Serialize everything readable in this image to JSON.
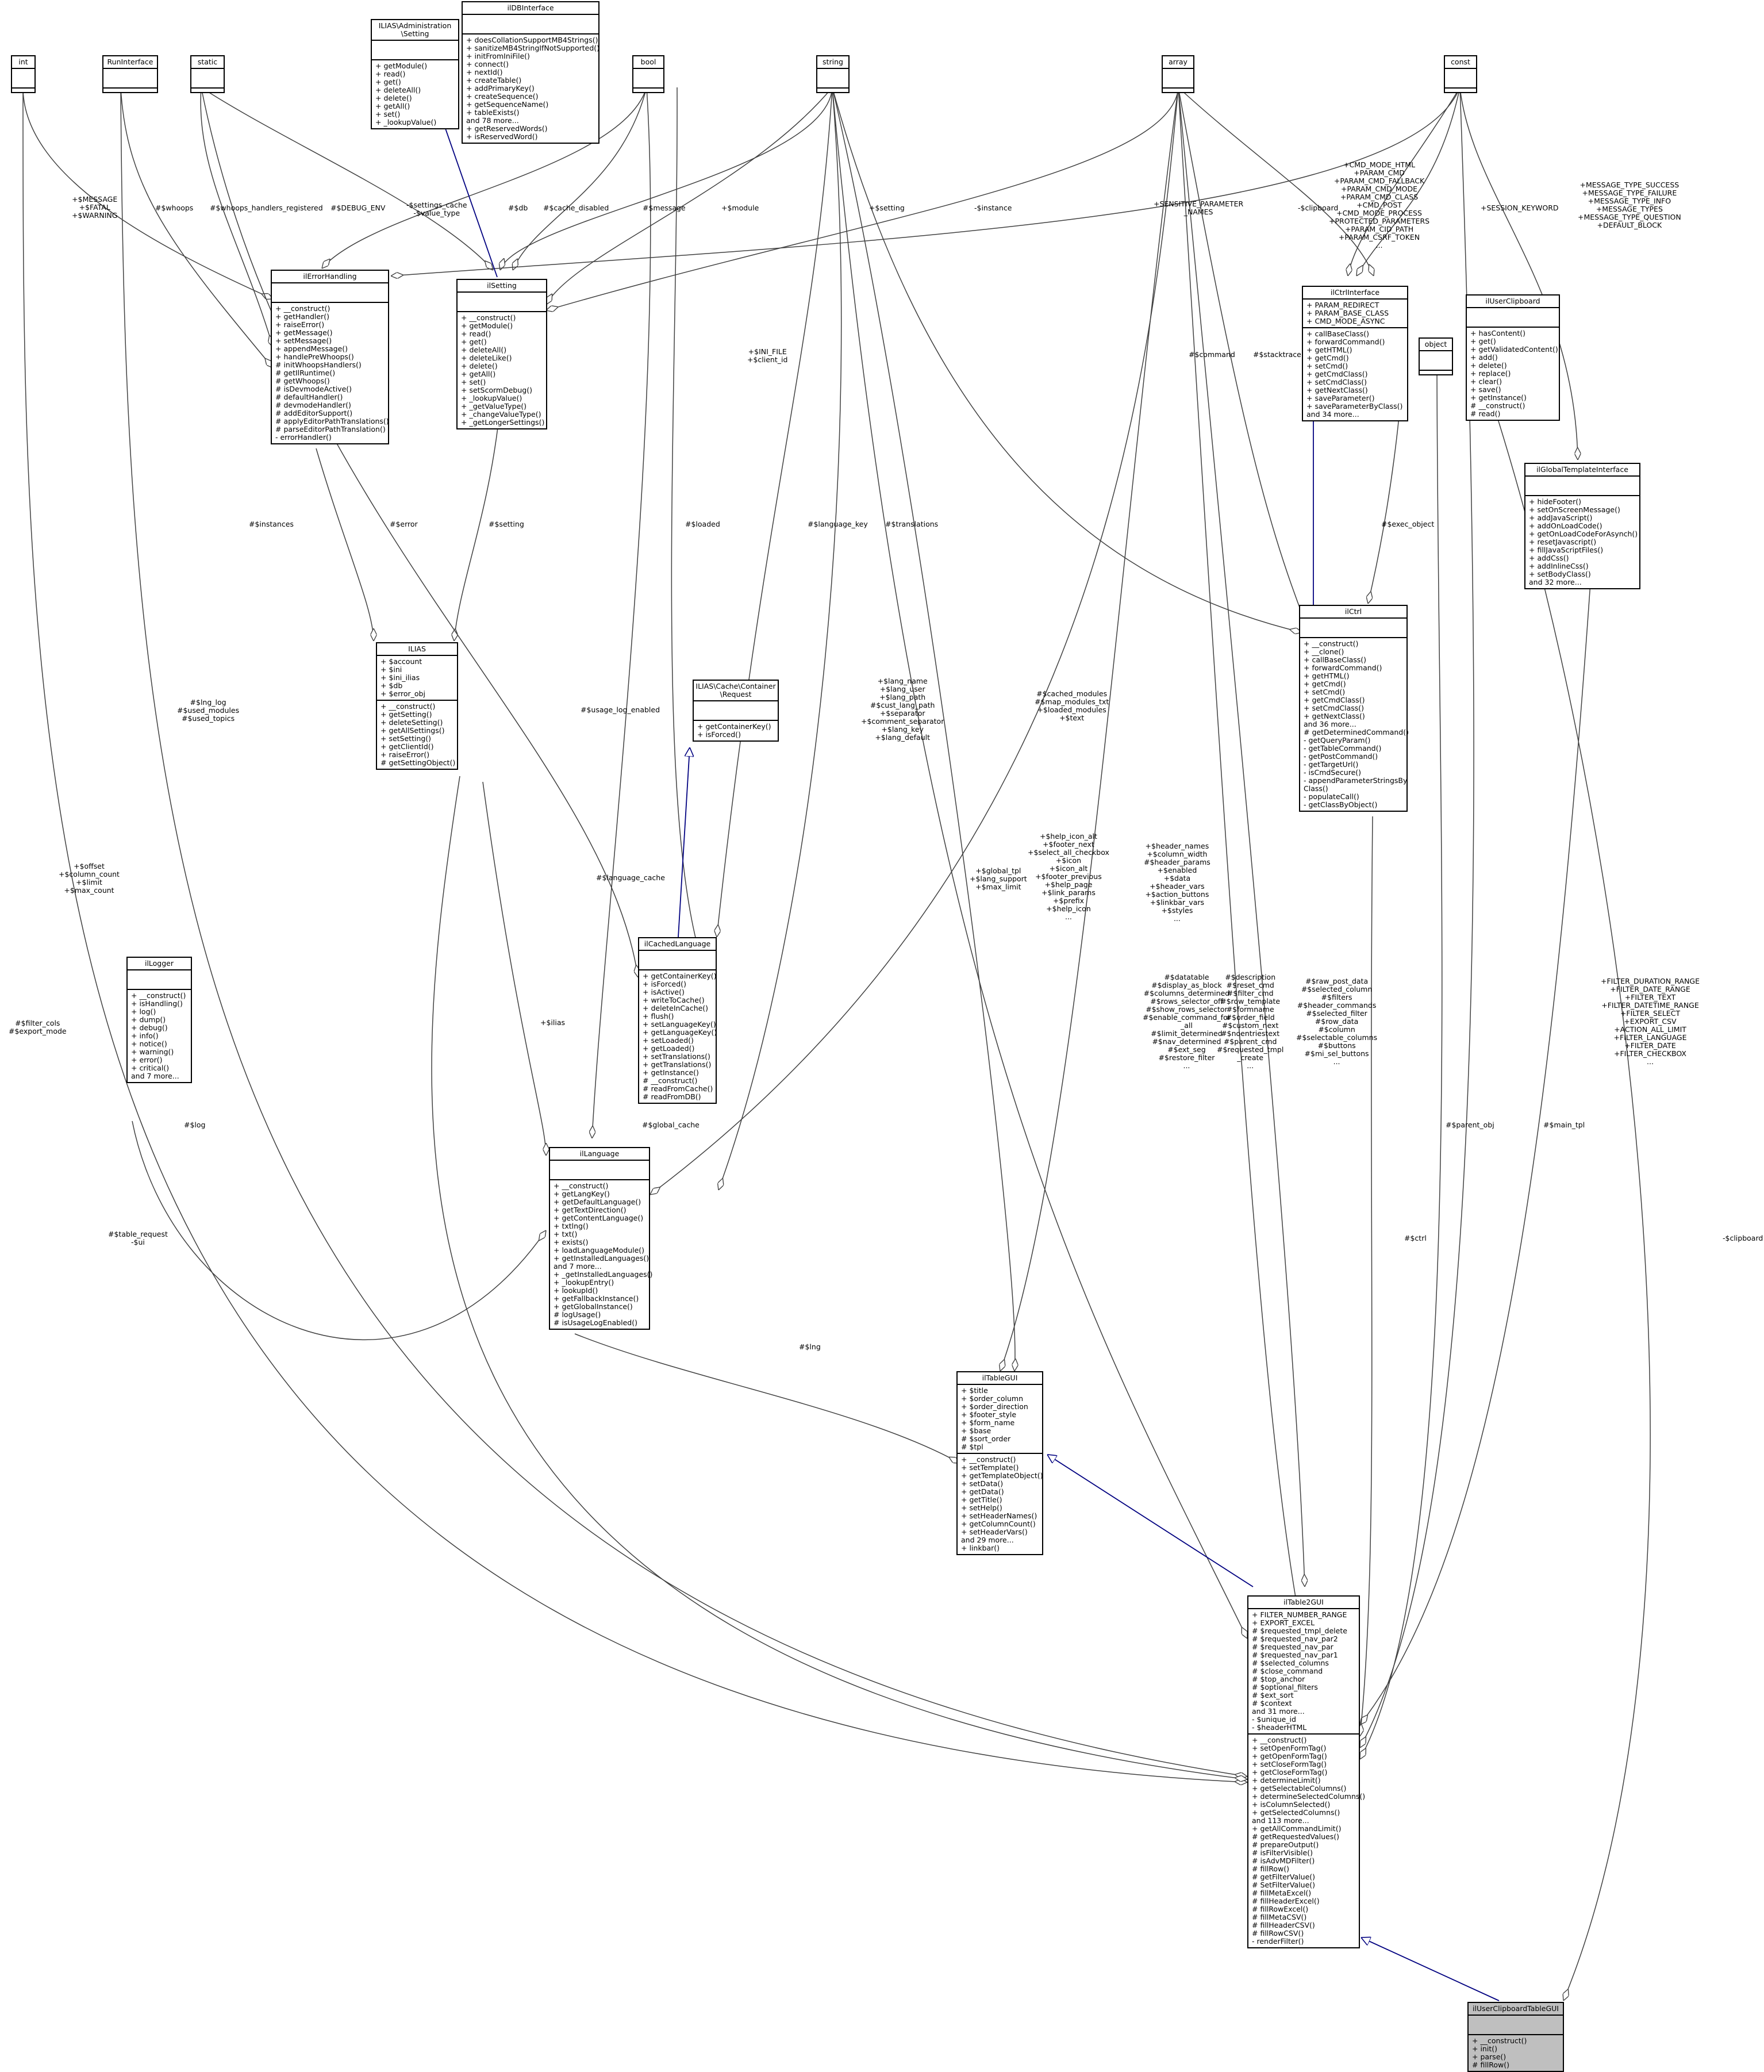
{
  "classes": {
    "int": {
      "title": "int",
      "attrs": [],
      "methods": []
    },
    "RunInterface": {
      "title": "RunInterface",
      "attrs": [],
      "methods": []
    },
    "static": {
      "title": "static",
      "attrs": [],
      "methods": []
    },
    "ilias_admin_setting": {
      "title": "ILIAS\\Administration\n\\Setting",
      "attrs": [],
      "methods": [
        "+ getModule()",
        "+ read()",
        "+ get()",
        "+ deleteAll()",
        "+ delete()",
        "+ getAll()",
        "+ set()",
        "+ _lookupValue()"
      ]
    },
    "ilDBInterface": {
      "title": "ilDBInterface",
      "attrs": [],
      "methods": [
        "+ doesCollationSupportMB4Strings()",
        "+ sanitizeMB4StringIfNotSupported()",
        "+ initFromIniFile()",
        "+ connect()",
        "+ nextId()",
        "+ createTable()",
        "+ addPrimaryKey()",
        "+ createSequence()",
        "+ getSequenceName()",
        "+ tableExists()",
        "and 78 more...",
        "+ getReservedWords()",
        "+ isReservedWord()"
      ]
    },
    "bool": {
      "title": "bool",
      "attrs": [],
      "methods": []
    },
    "string": {
      "title": "string",
      "attrs": [],
      "methods": []
    },
    "array": {
      "title": "array",
      "attrs": [],
      "methods": []
    },
    "const": {
      "title": "const",
      "attrs": [],
      "methods": []
    },
    "ilErrorHandling": {
      "title": "ilErrorHandling",
      "attrs": [],
      "methods": [
        "+ __construct()",
        "+ getHandler()",
        "+ raiseError()",
        "+ getMessage()",
        "+ setMessage()",
        "+ appendMessage()",
        "+ handlePreWhoops()",
        "# initWhoopsHandlers()",
        "# getIlRuntime()",
        "# getWhoops()",
        "# isDevmodeActive()",
        "# defaultHandler()",
        "# devmodeHandler()",
        "# addEditorSupport()",
        "# applyEditorPathTranslations()",
        "# parseEditorPathTranslation()",
        "- errorHandler()"
      ]
    },
    "ilSetting": {
      "title": "ilSetting",
      "attrs": [],
      "methods": [
        "+ __construct()",
        "+ getModule()",
        "+ read()",
        "+ get()",
        "+ deleteAll()",
        "+ deleteLike()",
        "+ delete()",
        "+ getAll()",
        "+ set()",
        "+ setScormDebug()",
        "+ _lookupValue()",
        "+ _getValueType()",
        "+ _changeValueType()",
        "+ _getLongerSettings()"
      ]
    },
    "ilCtrlInterface": {
      "title": "ilCtrlInterface",
      "attrs": [
        "+ PARAM_REDIRECT",
        "+ PARAM_BASE_CLASS",
        "+ CMD_MODE_ASYNC"
      ],
      "methods": [
        "+ callBaseClass()",
        "+ forwardCommand()",
        "+ getHTML()",
        "+ getCmd()",
        "+ setCmd()",
        "+ getCmdClass()",
        "+ setCmdClass()",
        "+ getNextClass()",
        "+ saveParameter()",
        "+ saveParameterByClass()",
        "and 34 more..."
      ]
    },
    "object": {
      "title": "object",
      "attrs": [],
      "methods": []
    },
    "ilUserClipboard": {
      "title": "ilUserClipboard",
      "attrs": [],
      "methods": [
        "+ hasContent()",
        "+ get()",
        "+ getValidatedContent()",
        "+ add()",
        "+ delete()",
        "+ replace()",
        "+ clear()",
        "+ save()",
        "+ getInstance()",
        "# __construct()",
        "# read()"
      ]
    },
    "ilGlobalTemplateInterface": {
      "title": "ilGlobalTemplateInterface",
      "attrs": [],
      "methods": [
        "+ hideFooter()",
        "+ setOnScreenMessage()",
        "+ addJavaScript()",
        "+ addOnLoadCode()",
        "+ getOnLoadCodeForAsynch()",
        "+ resetJavascript()",
        "+ fillJavaScriptFiles()",
        "+ addCss()",
        "+ addInlineCss()",
        "+ setBodyClass()",
        "and 32 more..."
      ]
    },
    "ILIAS": {
      "title": "ILIAS",
      "attrs": [
        "+ $account",
        "+ $ini",
        "+ $ini_ilias",
        "+ $db",
        "+ $error_obj"
      ],
      "methods": [
        "+ __construct()",
        "+ getSetting()",
        "+ deleteSetting()",
        "+ getAllSettings()",
        "+ setSetting()",
        "+ getClientId()",
        "+ raiseError()",
        "# getSettingObject()"
      ]
    },
    "cacheRequest": {
      "title": "ILIAS\\Cache\\Container\n\\Request",
      "attrs": [],
      "methods": [
        "+ getContainerKey()",
        "+ isForced()"
      ]
    },
    "ilCtrl": {
      "title": "ilCtrl",
      "attrs": [],
      "methods": [
        "+ __construct()",
        "+ __clone()",
        "+ callBaseClass()",
        "+ forwardCommand()",
        "+ getHTML()",
        "+ getCmd()",
        "+ setCmd()",
        "+ getCmdClass()",
        "+ setCmdClass()",
        "+ getNextClass()",
        "and 36 more...",
        "# getDeterminedCommand()",
        "- getQueryParam()",
        "- getTableCommand()",
        "- getPostCommand()",
        "- getTargetUrl()",
        "- isCmdSecure()",
        "- appendParameterStringsBy",
        "Class()",
        "- populateCall()",
        "- getClassByObject()"
      ]
    },
    "ilCachedLanguage": {
      "title": "ilCachedLanguage",
      "attrs": [],
      "methods": [
        "+ getContainerKey()",
        "+ isForced()",
        "+ isActive()",
        "+ writeToCache()",
        "+ deleteInCache()",
        "+ flush()",
        "+ setLanguageKey()",
        "+ getLanguageKey()",
        "+ setLoaded()",
        "+ getLoaded()",
        "+ setTranslations()",
        "+ getTranslations()",
        "+ getInstance()",
        "# __construct()",
        "# readFromCache()",
        "# readFromDB()"
      ]
    },
    "ilLogger": {
      "title": "ilLogger",
      "attrs": [],
      "methods": [
        "+ __construct()",
        "+ isHandling()",
        "+ log()",
        "+ dump()",
        "+ debug()",
        "+ info()",
        "+ notice()",
        "+ warning()",
        "+ error()",
        "+ critical()",
        "and 7 more..."
      ]
    },
    "ilLanguage": {
      "title": "ilLanguage",
      "attrs": [],
      "methods": [
        "+ __construct()",
        "+ getLangKey()",
        "+ getDefaultLanguage()",
        "+ getTextDirection()",
        "+ getContentLanguage()",
        "+ txtlng()",
        "+ txt()",
        "+ exists()",
        "+ loadLanguageModule()",
        "+ getInstalledLanguages()",
        "and 7 more...",
        "+ _getInstalledLanguages()",
        "+ _lookupEntry()",
        "+ lookupId()",
        "+ getFallbackInstance()",
        "+ getGlobalInstance()",
        "# logUsage()",
        "# isUsageLogEnabled()"
      ]
    },
    "ilTableGUI": {
      "title": "ilTableGUI",
      "attrs": [
        "+ $title",
        "+ $order_column",
        "+ $order_direction",
        "+ $footer_style",
        "+ $form_name",
        "+ $base",
        "# $sort_order",
        "# $tpl"
      ],
      "methods": [
        "+ __construct()",
        "+ setTemplate()",
        "+ getTemplateObject()",
        "+ setData()",
        "+ getData()",
        "+ getTitle()",
        "+ setHelp()",
        "+ setHeaderNames()",
        "+ getColumnCount()",
        "+ setHeaderVars()",
        "and 29 more...",
        "+ linkbar()"
      ]
    },
    "ilTable2GUI": {
      "title": "ilTable2GUI",
      "attrs": [
        "+ FILTER_NUMBER_RANGE",
        "+ EXPORT_EXCEL",
        "# $requested_tmpl_delete",
        "# $requested_nav_par2",
        "# $requested_nav_par",
        "# $requested_nav_par1",
        "# $selected_columns",
        "# $close_command",
        "# $top_anchor",
        "# $optional_filters",
        "# $ext_sort",
        "# $context",
        "and 31 more...",
        "- $unique_id",
        "- $headerHTML"
      ],
      "methods": [
        "+ __construct()",
        "+ setOpenFormTag()",
        "+ getOpenFormTag()",
        "+ setCloseFormTag()",
        "+ getCloseFormTag()",
        "+ determineLimit()",
        "+ getSelectableColumns()",
        "+ determineSelectedColumns()",
        "+ isColumnSelected()",
        "+ getSelectedColumns()",
        "and 113 more...",
        "+ getAllCommandLimit()",
        "# getRequestedValues()",
        "# prepareOutput()",
        "# isFilterVisible()",
        "# isAdvMDFilter()",
        "# fillRow()",
        "# getFilterValue()",
        "# SetFilterValue()",
        "# fillMetaExcel()",
        "# fillHeaderExcel()",
        "# fillRowExcel()",
        "# fillMetaCSV()",
        "# fillHeaderCSV()",
        "# fillRowCSV()",
        "- renderFilter()"
      ]
    },
    "ilUserClipboardTableGUI": {
      "title": "ilUserClipboardTableGUI",
      "attrs": [],
      "methods": [
        "+ __construct()",
        "+ init()",
        "+ parse()",
        "# fillRow()"
      ]
    }
  },
  "labels": [
    {
      "id": "l1",
      "text": "+$MESSAGE\n+$FATAL\n+$WARNING"
    },
    {
      "id": "l2",
      "text": "#$whoops"
    },
    {
      "id": "l3",
      "text": "#$whoops_handlers_registered"
    },
    {
      "id": "l4",
      "text": "#$DEBUG_ENV"
    },
    {
      "id": "l5",
      "text": "-$settings_cache\n-$value_type"
    },
    {
      "id": "l6",
      "text": "#$db"
    },
    {
      "id": "l7",
      "text": "#$cache_disabled"
    },
    {
      "id": "l8",
      "text": "#$message"
    },
    {
      "id": "l9",
      "text": "+$module"
    },
    {
      "id": "l10",
      "text": "+$setting"
    },
    {
      "id": "l11",
      "text": "-$instance"
    },
    {
      "id": "l12",
      "text": "+SENSITIVE_PARAMETER\n_NAMES"
    },
    {
      "id": "l13",
      "text": "-$clipboard"
    },
    {
      "id": "l14",
      "text": "+CMD_MODE_HTML\n+PARAM_CMD\n+PARAM_CMD_FALLBACK\n+PARAM_CMD_MODE\n+PARAM_CMD_CLASS\n+CMD_POST\n+CMD_MODE_PROCESS\n+PROTECTED_PARAMETERS\n+PARAM_CID_PATH\n+PARAM_CSRF_TOKEN\n..."
    },
    {
      "id": "l15",
      "text": "+SESSION_KEYWORD"
    },
    {
      "id": "l16",
      "text": "+MESSAGE_TYPE_SUCCESS\n+MESSAGE_TYPE_FAILURE\n+MESSAGE_TYPE_INFO\n+MESSAGE_TYPES\n+MESSAGE_TYPE_QUESTION\n+DEFAULT_BLOCK"
    },
    {
      "id": "l17",
      "text": "#$command"
    },
    {
      "id": "l18",
      "text": "#$stacktrace"
    },
    {
      "id": "l19",
      "text": "+$INI_FILE\n+$client_id"
    },
    {
      "id": "l20",
      "text": "#$exec_object"
    },
    {
      "id": "l21",
      "text": "#$instances"
    },
    {
      "id": "l22",
      "text": "#$error"
    },
    {
      "id": "l23",
      "text": "#$setting"
    },
    {
      "id": "l24",
      "text": "#$loaded"
    },
    {
      "id": "l25",
      "text": "#$language_key"
    },
    {
      "id": "l26",
      "text": "#$translations"
    },
    {
      "id": "l27",
      "text": "+$lang_name\n+$lang_user\n+$lang_path\n#$cust_lang_path\n+$separator\n+$comment_separator\n+$lang_key\n+$lang_default"
    },
    {
      "id": "l28",
      "text": "#$cached_modules\n#$map_modules_txt\n+$loaded_modules\n+$text"
    },
    {
      "id": "l29",
      "text": "#$lng_log\n#$used_modules\n#$used_topics"
    },
    {
      "id": "l30",
      "text": "#$usage_log_enabled"
    },
    {
      "id": "l31",
      "text": "#$language_cache"
    },
    {
      "id": "l32",
      "text": "+$offset\n+$column_count\n+$limit\n+$max_count"
    },
    {
      "id": "l33",
      "text": "+$help_icon_alt\n+$footer_next\n+$select_all_checkbox\n+$icon\n+$icon_alt\n+$footer_previous\n+$help_page\n+$link_params\n+$prefix\n+$help_icon\n..."
    },
    {
      "id": "l34",
      "text": "+$header_names\n+$column_width\n#$header_params\n+$enabled\n+$data\n+$header_vars\n+$action_buttons\n+$linkbar_vars\n+$styles\n..."
    },
    {
      "id": "l35",
      "text": "+$global_tpl\n+$lang_support\n+$max_limit"
    },
    {
      "id": "l36",
      "text": "#$datatable\n#$display_as_block\n#$columns_determined\n#$rows_selector_off\n#$show_rows_selector\n#$enable_command_for\n_all\n#$limit_determined\n#$nav_determined\n#$ext_seg\n#$restore_filter\n..."
    },
    {
      "id": "l37",
      "text": "#$description\n#$reset_cmd\n#$filter_cmd\n#$row_template\n#$formname\n#$order_field\n#$custom_next\n#$noentriestext\n#$parent_cmd\n#$requested_tmpl\n_create\n..."
    },
    {
      "id": "l38",
      "text": "#$raw_post_data\n#$selected_column\n#$filters\n#$header_commands\n#$selected_filter\n#$row_data\n#$column\n#$selectable_columns\n#$buttons\n#$mi_sel_buttons\n..."
    },
    {
      "id": "l39",
      "text": "+FILTER_DURATION_RANGE\n+FILTER_DATE_RANGE\n+FILTER_TEXT\n+FILTER_DATETIME_RANGE\n+FILTER_SELECT\n+EXPORT_CSV\n+ACTION_ALL_LIMIT\n+FILTER_LANGUAGE\n+FILTER_DATE\n+FILTER_CHECKBOX\n..."
    },
    {
      "id": "l40",
      "text": "#$filter_cols\n#$export_mode"
    },
    {
      "id": "l41",
      "text": "+$ilias"
    },
    {
      "id": "l42",
      "text": "#$log"
    },
    {
      "id": "l43",
      "text": "#$global_cache"
    },
    {
      "id": "l44",
      "text": "#$table_request\n-$ui"
    },
    {
      "id": "l45",
      "text": "#$lng"
    },
    {
      "id": "l46",
      "text": "#$parent_obj"
    },
    {
      "id": "l47",
      "text": "#$main_tpl"
    },
    {
      "id": "l48",
      "text": "#$ctrl"
    },
    {
      "id": "l49",
      "text": "-$clipboard"
    }
  ]
}
